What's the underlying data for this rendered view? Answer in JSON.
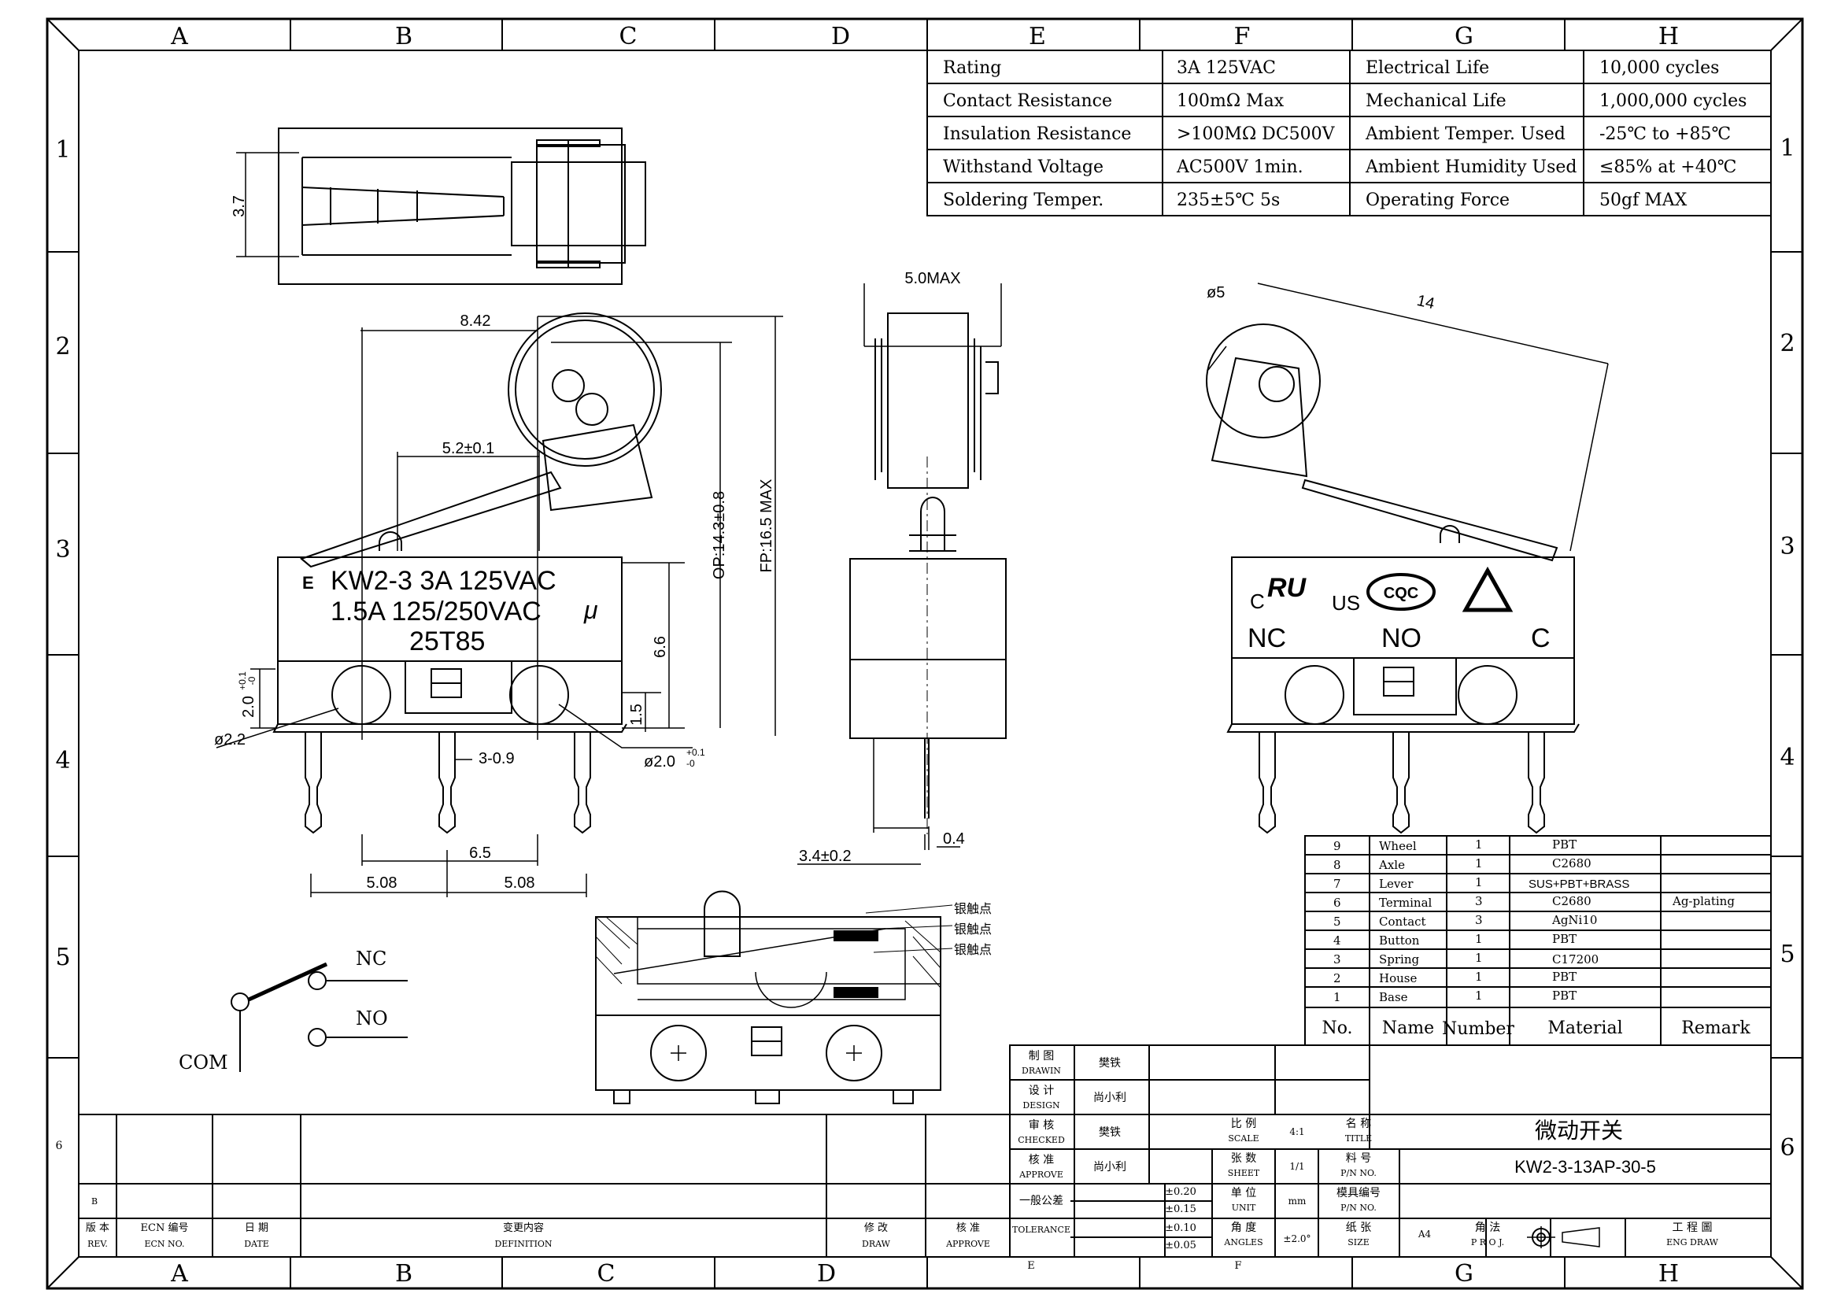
{
  "zone_columns": [
    "A",
    "B",
    "C",
    "D",
    "E",
    "F",
    "G",
    "H"
  ],
  "zone_rows": [
    "1",
    "2",
    "3",
    "4",
    "5",
    "6"
  ],
  "spec_table": [
    [
      "Rating",
      "3A 125VAC",
      "Electrical Life",
      "10,000 cycles"
    ],
    [
      "Contact Resistance",
      "100mΩ Max",
      "Mechanical Life",
      "1,000,000 cycles"
    ],
    [
      "Insulation Resistance",
      ">100MΩ DC500V",
      "Ambient Temper. Used",
      "-25℃ to +85℃"
    ],
    [
      "Withstand Voltage",
      "AC500V 1min.",
      "Ambient Humidity Used",
      "≤85% at +40℃"
    ],
    [
      "Soldering Temper.",
      "235±5℃ 5s",
      "Operating Force",
      "50gf MAX"
    ]
  ],
  "dimensions": {
    "d_3_7": "3.7",
    "d_8_42": "8.42",
    "d_5_2": "5.2±0.1",
    "d_op": "OP:14.3±0.8",
    "d_fp": "FP:16.5 MAX",
    "d_6_6": "6.6",
    "d_1_5": "1.5",
    "d_2_0": "2.0",
    "d_tol_plus": "+0.1",
    "d_tol_minus": "-0",
    "d_phi22": "ø2.2",
    "d_3_09": "3-0.9",
    "d_phi20": "ø2.0",
    "d_6_5": "6.5",
    "d_5_08a": "5.08",
    "d_5_08b": "5.08",
    "d_5max": "5.0MAX",
    "d_3_4": "3.4±0.2",
    "d_0_4": "0.4",
    "d_phi5": "ø5",
    "d_14": "14"
  },
  "body_marking": {
    "line1": "KW2-3  3A 125VAC",
    "line2": "1.5A 125/250VAC",
    "mu": "μ",
    "line3": "25T85",
    "logo": "E"
  },
  "back_marking": {
    "c": "C",
    "us": "US",
    "ul": "RU",
    "cqc": "CQC",
    "nc": "NC",
    "no": "NO",
    "com": "C"
  },
  "section_labels": [
    "银触点",
    "银触点",
    "银触点"
  ],
  "schematic": {
    "nc": "NC",
    "no": "NO",
    "com": "COM"
  },
  "bom": {
    "headers": [
      "No.",
      "Name",
      "Number",
      "Material",
      "Remark"
    ],
    "rows": [
      [
        "9",
        "Wheel",
        "1",
        "PBT",
        ""
      ],
      [
        "8",
        "Axle",
        "1",
        "C2680",
        ""
      ],
      [
        "7",
        "Lever",
        "1",
        "SUS+PBT+BRASS",
        ""
      ],
      [
        "6",
        "Terminal",
        "3",
        "C2680",
        "Ag-plating"
      ],
      [
        "5",
        "Contact",
        "3",
        "AgNi10",
        ""
      ],
      [
        "4",
        "Button",
        "1",
        "PBT",
        ""
      ],
      [
        "3",
        "Spring",
        "1",
        "C17200",
        ""
      ],
      [
        "2",
        "House",
        "1",
        "PBT",
        ""
      ],
      [
        "1",
        "Base",
        "1",
        "PBT",
        ""
      ]
    ]
  },
  "title_block": {
    "drawn_label": "制 图",
    "drawn_en": "DRAWIN",
    "drawn_name": "樊铁",
    "design_label": "设 计",
    "design_en": "DESIGN",
    "design_name": "尚小利",
    "checked_label": "审 核",
    "checked_en": "CHECKED",
    "checked_name": "樊铁",
    "approve_label": "核 准",
    "approve_en": "APPROVE",
    "approve_name": "尚小利",
    "tolerance_label": "一般公差",
    "tolerance_en": "TOLERANCE",
    "tol": [
      "±0.20",
      "±0.15",
      "±0.10",
      "±0.05"
    ],
    "scale_label": "比 例",
    "scale_en": "SCALE",
    "scale_value": "4:1",
    "sheet_label": "张 数",
    "sheet_en": "SHEET",
    "sheet_value": "1/1",
    "unit_label": "单 位",
    "unit_en": "UNIT",
    "unit_value": "mm",
    "angles_label": "角 度",
    "angles_en": "ANGLES",
    "angles_value": "±2.0°",
    "title_label": "名 称",
    "title_en": "TITLE",
    "title_value": "微动开关",
    "pn_label": "料 号",
    "pn_en": "P/N NO.",
    "pn_value": "KW2-3-13AP-30-5",
    "mold_label": "模具编号",
    "mold_en": "P/N NO.",
    "size_label": "纸 张",
    "size_en": "SIZE",
    "size_value": "A4",
    "proj_label": "角 法",
    "proj_en": "P R O J.",
    "eng_label": "工 程 圖",
    "eng_en": "ENG DRAW"
  },
  "revision_block": {
    "row_num": "6",
    "row_b": "B",
    "rev_label": "版 本",
    "rev_en": "REV.",
    "ecn_label": "ECN 编号",
    "ecn_en": "ECN NO.",
    "date_label": "日 期",
    "date_en": "DATE",
    "def_label": "变更内容",
    "def_en": "DEFINITION",
    "draw_label": "修 改",
    "draw_en": "DRAW",
    "approve_label": "核 准",
    "approve_en": "APPROVE"
  },
  "bottom_zone_small": {
    "e": "E",
    "f": "F"
  }
}
